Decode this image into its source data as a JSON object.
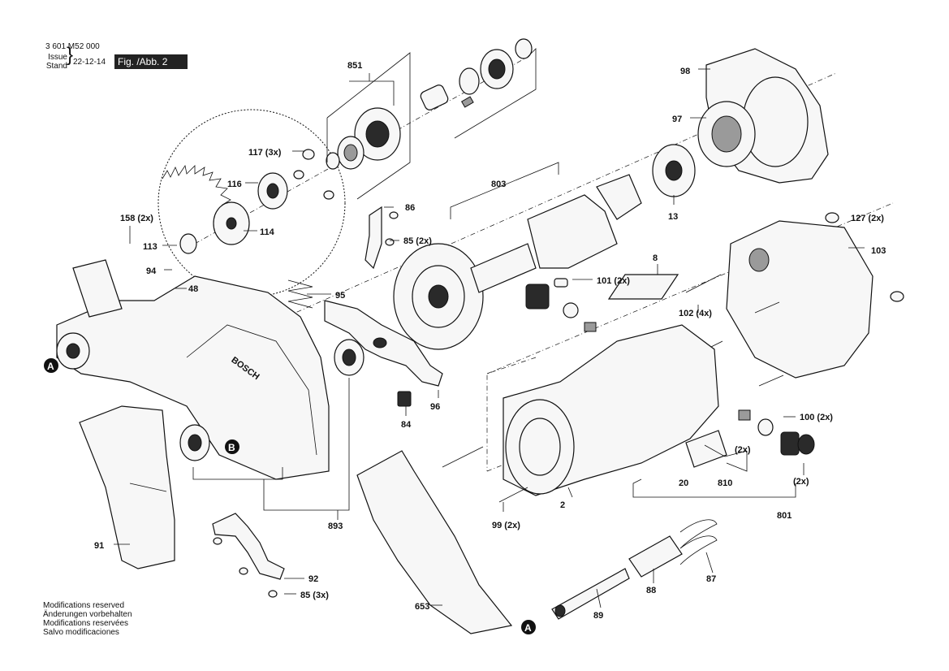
{
  "header": {
    "code": "3 601 M52 000",
    "issue_label": "Issue",
    "stand_label": "Stand",
    "date": "22-12-14",
    "figure": "Fig. /Abb. 2"
  },
  "notes": [
    "Modifications reserved",
    "Änderungen vorbehalten",
    "Modifications reservées",
    "Salvo modificaciones"
  ],
  "brand_text": "BOSCH",
  "callouts": {
    "A": "A",
    "B": "B"
  },
  "labels": {
    "p851": "851",
    "p98": "98",
    "p97": "97",
    "p117": "117 (3x)",
    "p116": "116",
    "p803": "803",
    "p13": "13",
    "p86": "86",
    "p158": "158 (2x)",
    "p114": "114",
    "p127": "127 (2x)",
    "p85a": "85 (2x)",
    "p113": "113",
    "p103": "103",
    "p94": "94",
    "p8": "8",
    "p101": "101 (2x)",
    "p48": "48",
    "p95": "95",
    "p102": "102 (4x)",
    "p96": "96",
    "p84": "84",
    "p100": "100 (2x)",
    "p2x_a": "(2x)",
    "p20": "20",
    "p810": "810",
    "p2x_b": "(2x)",
    "p2": "2",
    "p99": "99 (2x)",
    "p801": "801",
    "p91": "91",
    "p893": "893",
    "p92": "92",
    "p85b": "85 (3x)",
    "p653": "653",
    "p88": "88",
    "p87": "87",
    "p89": "89"
  }
}
